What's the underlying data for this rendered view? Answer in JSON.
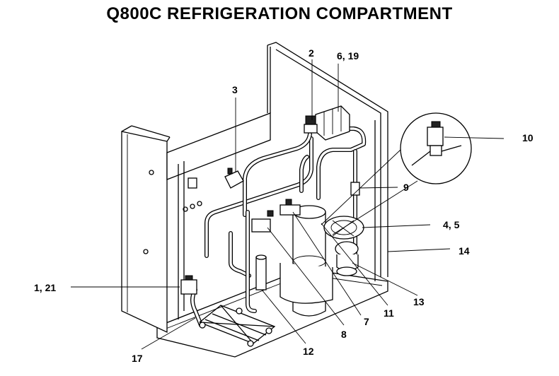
{
  "title": "Q800C REFRIGERATION COMPARTMENT",
  "callouts": {
    "c1_21": "1, 21",
    "c2": "2",
    "c3": "3",
    "c4_5": "4, 5",
    "c6_19": "6, 19",
    "c7": "7",
    "c8": "8",
    "c9": "9",
    "c10": "10",
    "c11": "11",
    "c12": "12",
    "c13": "13",
    "c14": "14",
    "c17": "17"
  }
}
